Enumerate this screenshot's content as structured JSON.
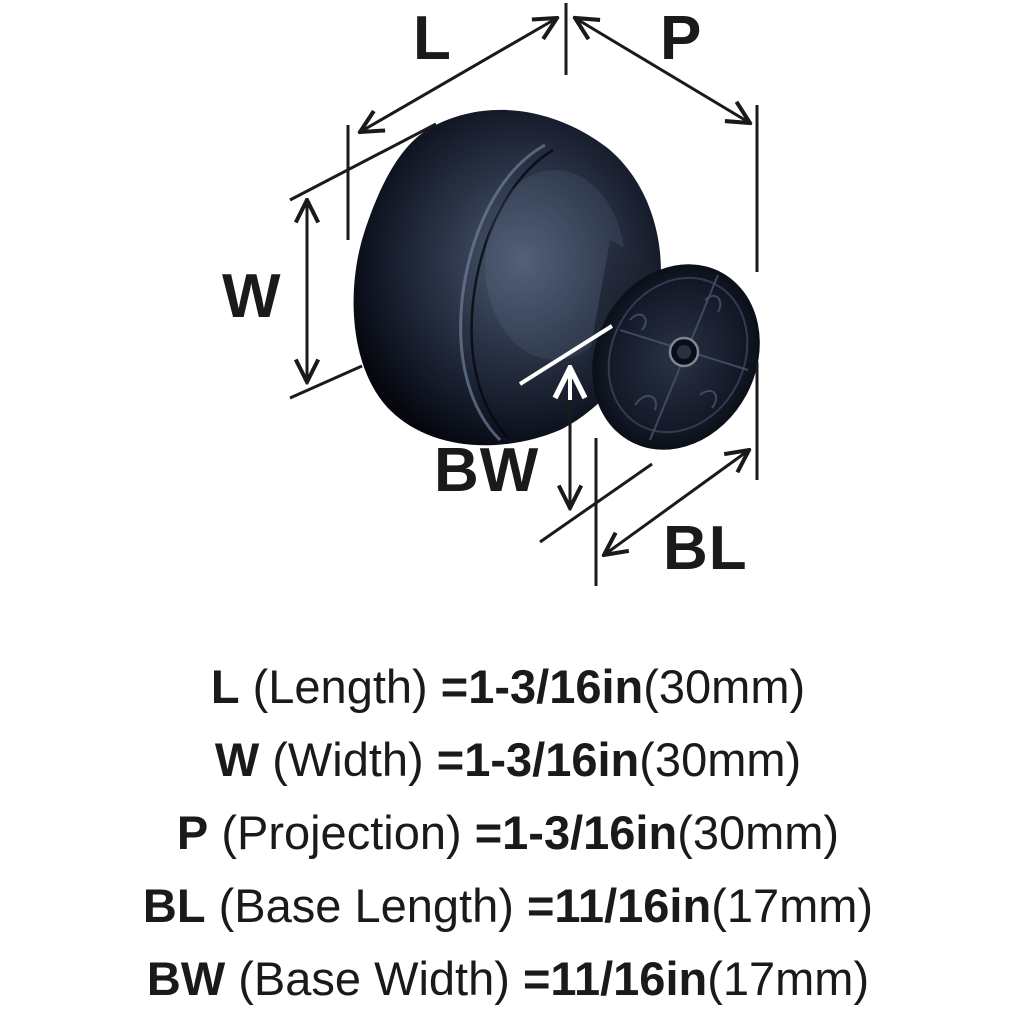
{
  "diagram": {
    "product": "cabinet-knob",
    "finish_color": "#121826",
    "highlight_color": "#5a6a82",
    "line_color": "#1a1a1a",
    "labels": {
      "length": "L",
      "projection": "P",
      "width": "W",
      "base_width": "BW",
      "base_length": "BL"
    }
  },
  "specs": [
    {
      "code": "L",
      "name": "(Length)",
      "eq": "=",
      "imperial": "1-3/16in",
      "metric": "(30mm)"
    },
    {
      "code": "W",
      "name": "(Width)",
      "eq": "=",
      "imperial": "1-3/16in",
      "metric": "(30mm)"
    },
    {
      "code": "P",
      "name": "(Projection)",
      "eq": "=",
      "imperial": "1-3/16in",
      "metric": "(30mm)"
    },
    {
      "code": "BL",
      "name": "(Base Length)",
      "eq": "=",
      "imperial": "11/16in",
      "metric": "(17mm)"
    },
    {
      "code": "BW",
      "name": "(Base Width)",
      "eq": "=",
      "imperial": "11/16in",
      "metric": "(17mm)"
    }
  ]
}
